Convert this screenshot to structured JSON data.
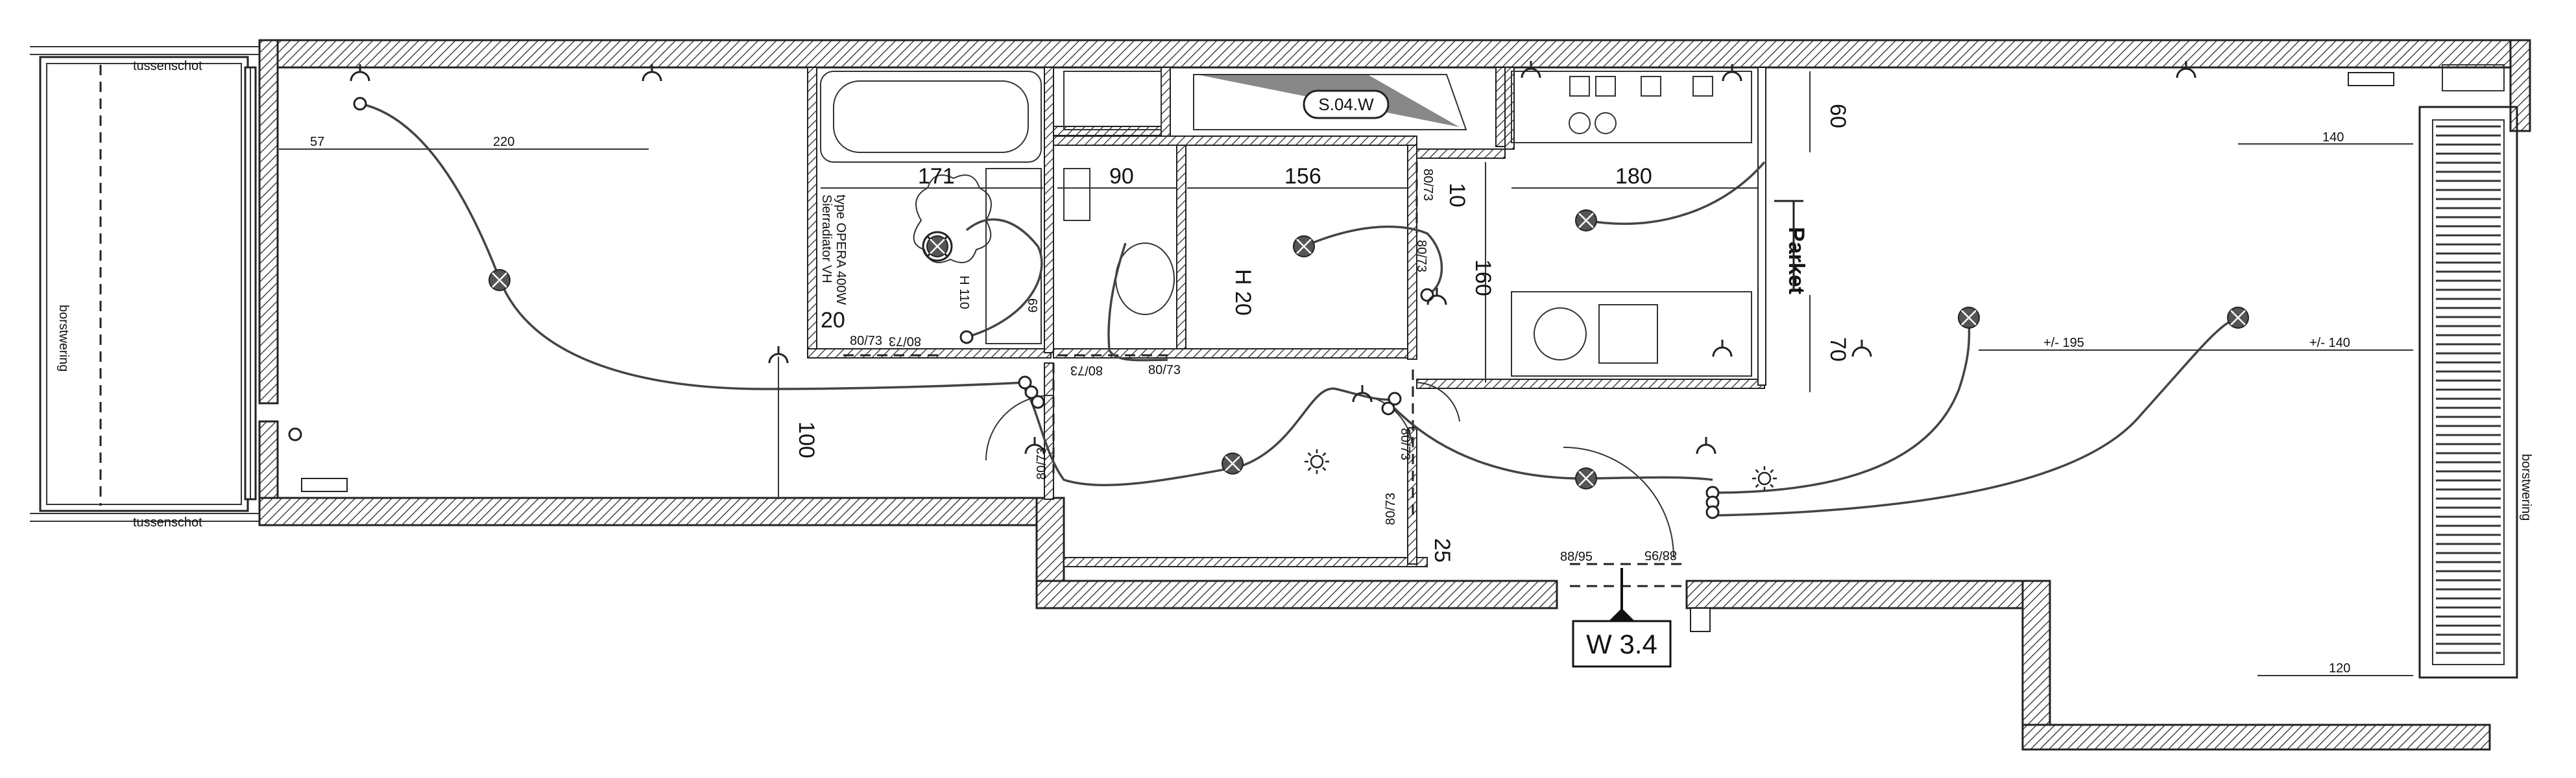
{
  "plan": {
    "labels": {
      "tussenschot_top": "tussenschot",
      "tussenschot_bottom": "tussenschot",
      "borstwering_left": "borstwering",
      "borstwering_right": "borstwering",
      "parket": "Parket",
      "section_ref": "S.04.W",
      "unit_ref": "W 3.4",
      "radiator_note_1": "Sierradiator VH",
      "radiator_note_2": "type OPERA 400W",
      "radiator_note_3": "H 110"
    },
    "dimensions": {
      "d57": "57",
      "d220": "220",
      "d171": "171",
      "d90": "90",
      "d156": "156",
      "d180": "180",
      "d60": "60",
      "d10": "10",
      "d160": "160",
      "d70": "70",
      "d20": "20",
      "d100": "100",
      "d25": "25",
      "d140": "140",
      "d195": "+/- 195",
      "d140b": "+/- 140",
      "d120": "120",
      "d69": "69",
      "h20": "H 20"
    },
    "doors": {
      "bath": "80/73",
      "bath2": "80/73",
      "wc": "80/73",
      "wc2": "80/73",
      "hall_left": "80/73",
      "bed": "80/73",
      "bed2": "80/73",
      "kitchen": "80/73",
      "hall_bottom": "80/73",
      "entry_left": "88/95",
      "entry_right": "88/95"
    }
  }
}
